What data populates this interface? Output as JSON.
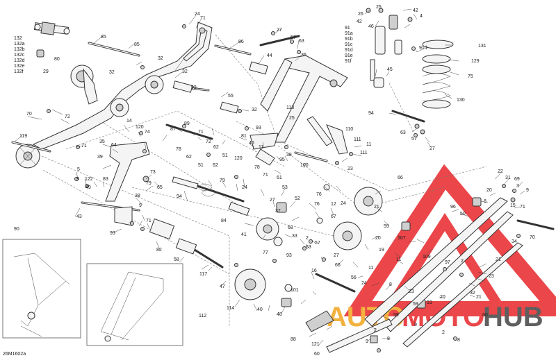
{
  "diagram_code": "26M1602a",
  "watermark": {
    "brand_left": "AUTO",
    "brand_middle": "MOTO",
    "brand_right": "HUB",
    "color_red": "#e8262b",
    "color_gold": "#f2a51f"
  },
  "callouts": {
    "n2": "2",
    "n3": "3",
    "n4": "4",
    "n5": "5",
    "n8": "8",
    "n9": "9",
    "n11": "11",
    "n12": "12",
    "n14": "14",
    "n15": "15",
    "n16": "16",
    "n19": "19",
    "n20": "20",
    "n21": "21",
    "n22": "22",
    "n23": "23",
    "n24": "24",
    "n25": "25",
    "n26": "26",
    "n27": "27",
    "n29": "29",
    "n31": "31",
    "n32": "32",
    "n33": "33",
    "n34": "34",
    "n35": "35",
    "n36": "36",
    "n37": "37",
    "n38": "38",
    "n39": "39",
    "n40": "40",
    "n41": "41",
    "n42": "42",
    "n43": "43",
    "n44": "44",
    "n45": "45",
    "n46": "46",
    "n47": "47",
    "n48": "48",
    "n49": "49",
    "n50": "50",
    "n51": "51",
    "n52": "52",
    "n53": "53",
    "n55": "55",
    "n56": "56",
    "n57": "57",
    "n58": "58",
    "n59": "59",
    "n60": "60",
    "n61": "61",
    "n62": "62",
    "n63": "63",
    "n64": "64",
    "n65": "65",
    "n66": "66",
    "n67": "67",
    "n68": "68",
    "n69": "69",
    "n70": "70",
    "n71": "71",
    "n72": "72",
    "n73": "73",
    "n74": "74",
    "n75": "75",
    "n76": "76",
    "n77": "77",
    "n78": "78",
    "n79": "79",
    "n80": "80",
    "n81": "81",
    "n82": "82",
    "n83": "83",
    "n84": "84",
    "n85": "85",
    "n86": "86",
    "n87": "87",
    "n88": "88",
    "n89": "89",
    "n90": "90",
    "n91": "91",
    "n91a": "91a",
    "n91b": "91b",
    "n91c": "91c",
    "n91d": "91d",
    "n91e": "91e",
    "n91f": "91f",
    "n92": "92",
    "n93": "93",
    "n94": "94",
    "n95": "95",
    "n96": "96",
    "n97": "97",
    "n99": "99",
    "n100": "100",
    "n101": "101",
    "n107": "107",
    "n109": "109",
    "n110": "110",
    "n111": "111",
    "n112": "112",
    "n113": "113",
    "n114": "114",
    "n116": "116",
    "n117": "117",
    "n119": "119",
    "n120": "120",
    "n121": "121",
    "n122": "122",
    "n129": "129",
    "n130": "130",
    "n131": "131",
    "n132": "132",
    "n132a": "132a",
    "n132b": "132b",
    "n132c": "132c",
    "n132d": "132d",
    "n132e": "132e",
    "n132f": "132f"
  }
}
